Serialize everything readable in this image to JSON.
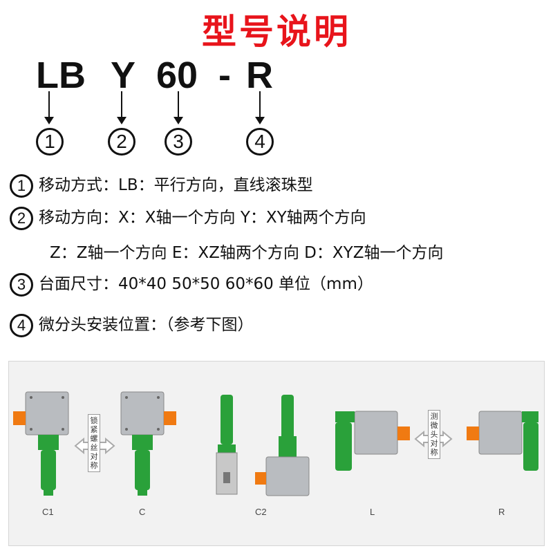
{
  "title": "型号说明",
  "code": {
    "p1": "LB",
    "p2": "Y",
    "p3": "60",
    "dash": "-",
    "p4": "R"
  },
  "markers": [
    "1",
    "2",
    "3",
    "4"
  ],
  "lines": {
    "l1": "移动方式：LB：平行方向，直线滚珠型",
    "l2": "移动方向：X：X轴一个方向 Y：XY轴两个方向",
    "l2b": "Z：Z轴一个方向 E：XZ轴两个方向 D：XYZ轴一个方向",
    "l3": "台面尺寸：40*40  50*50  60*60 单位（mm）",
    "l4": "微分头安装位置：（参考下图）"
  },
  "figure": {
    "labels": [
      "C1",
      "C",
      "C2",
      "L",
      "R"
    ],
    "tag1": "锁紧螺丝对称",
    "tag2": "测微头对称"
  },
  "colors": {
    "title": "#e8141b",
    "green": "#2aa13a",
    "orange": "#f07a12",
    "stage": "#b9bcc0"
  }
}
